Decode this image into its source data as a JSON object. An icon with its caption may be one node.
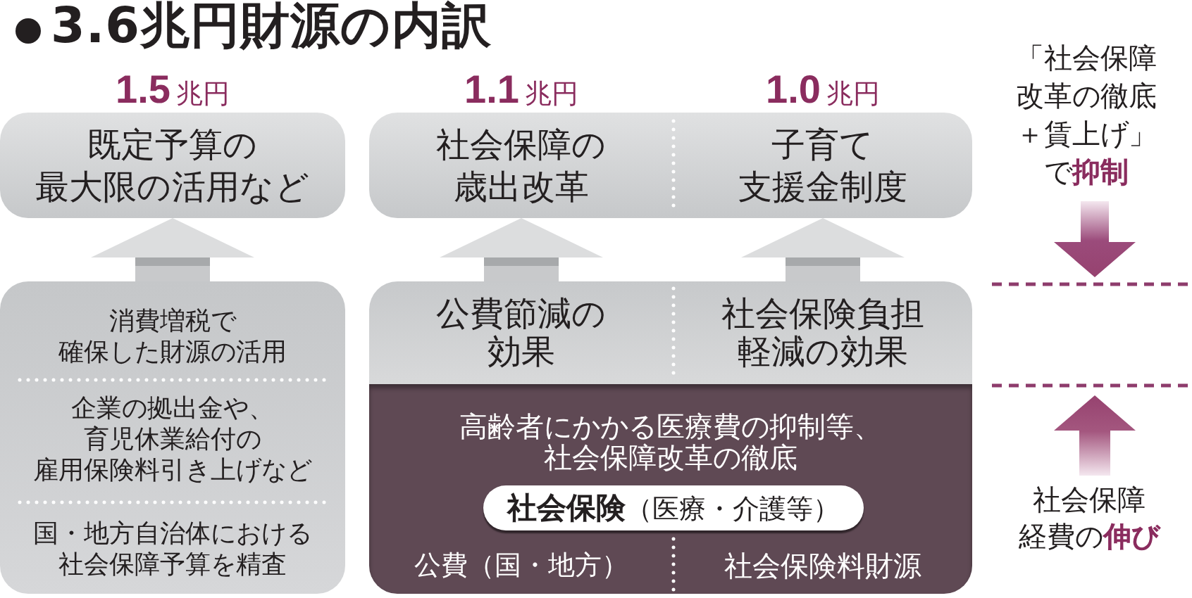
{
  "diagram": {
    "title": "3.6兆円財源の内訳",
    "nodes": [
      {
        "text": [
          "**1.5**兆円",
          "既定予算の最大限の活用など"
        ]
      },
      {
        "text": [
          "**1.1**兆円",
          "社会保障の歳出改革"
        ]
      },
      {
        "text": [
          "**1.0**兆円",
          "子育て支援金制度"
        ]
      },
      {
        "text": [
          "消費増税で確保した財源の活用",
          "企業の拠出金や、育児休業給付の雇用保険料引き上げなど",
          "国・地方自治体における社会保障予算を精査"
        ]
      },
      {
        "text": [
          "公費節減の効果"
        ]
      },
      {
        "text": [
          "社会保険負担軽減の効果"
        ]
      },
      {
        "text": [
          "高齢者にかかる医療費の抑制等、社会保障改革の徹底",
          "公費（国・地方）",
          "社会保険料財源"
        ]
      },
      {
        "text": [
          "**社会保険**（医療・介護等）"
        ],
        "in": 6
      }
    ],
    "edges": [
      {
        "from": 3,
        "to": 0,
        "arrow": "to"
      },
      {
        "from": 4,
        "to": 1,
        "arrow": "to"
      },
      {
        "from": 5,
        "to": 2,
        "arrow": "to"
      }
    ],
    "labels": [
      "「社会保障改革の徹底＋賃上げ」で**抑制**",
      "社会保障経費の**伸び**"
    ]
  }
}
